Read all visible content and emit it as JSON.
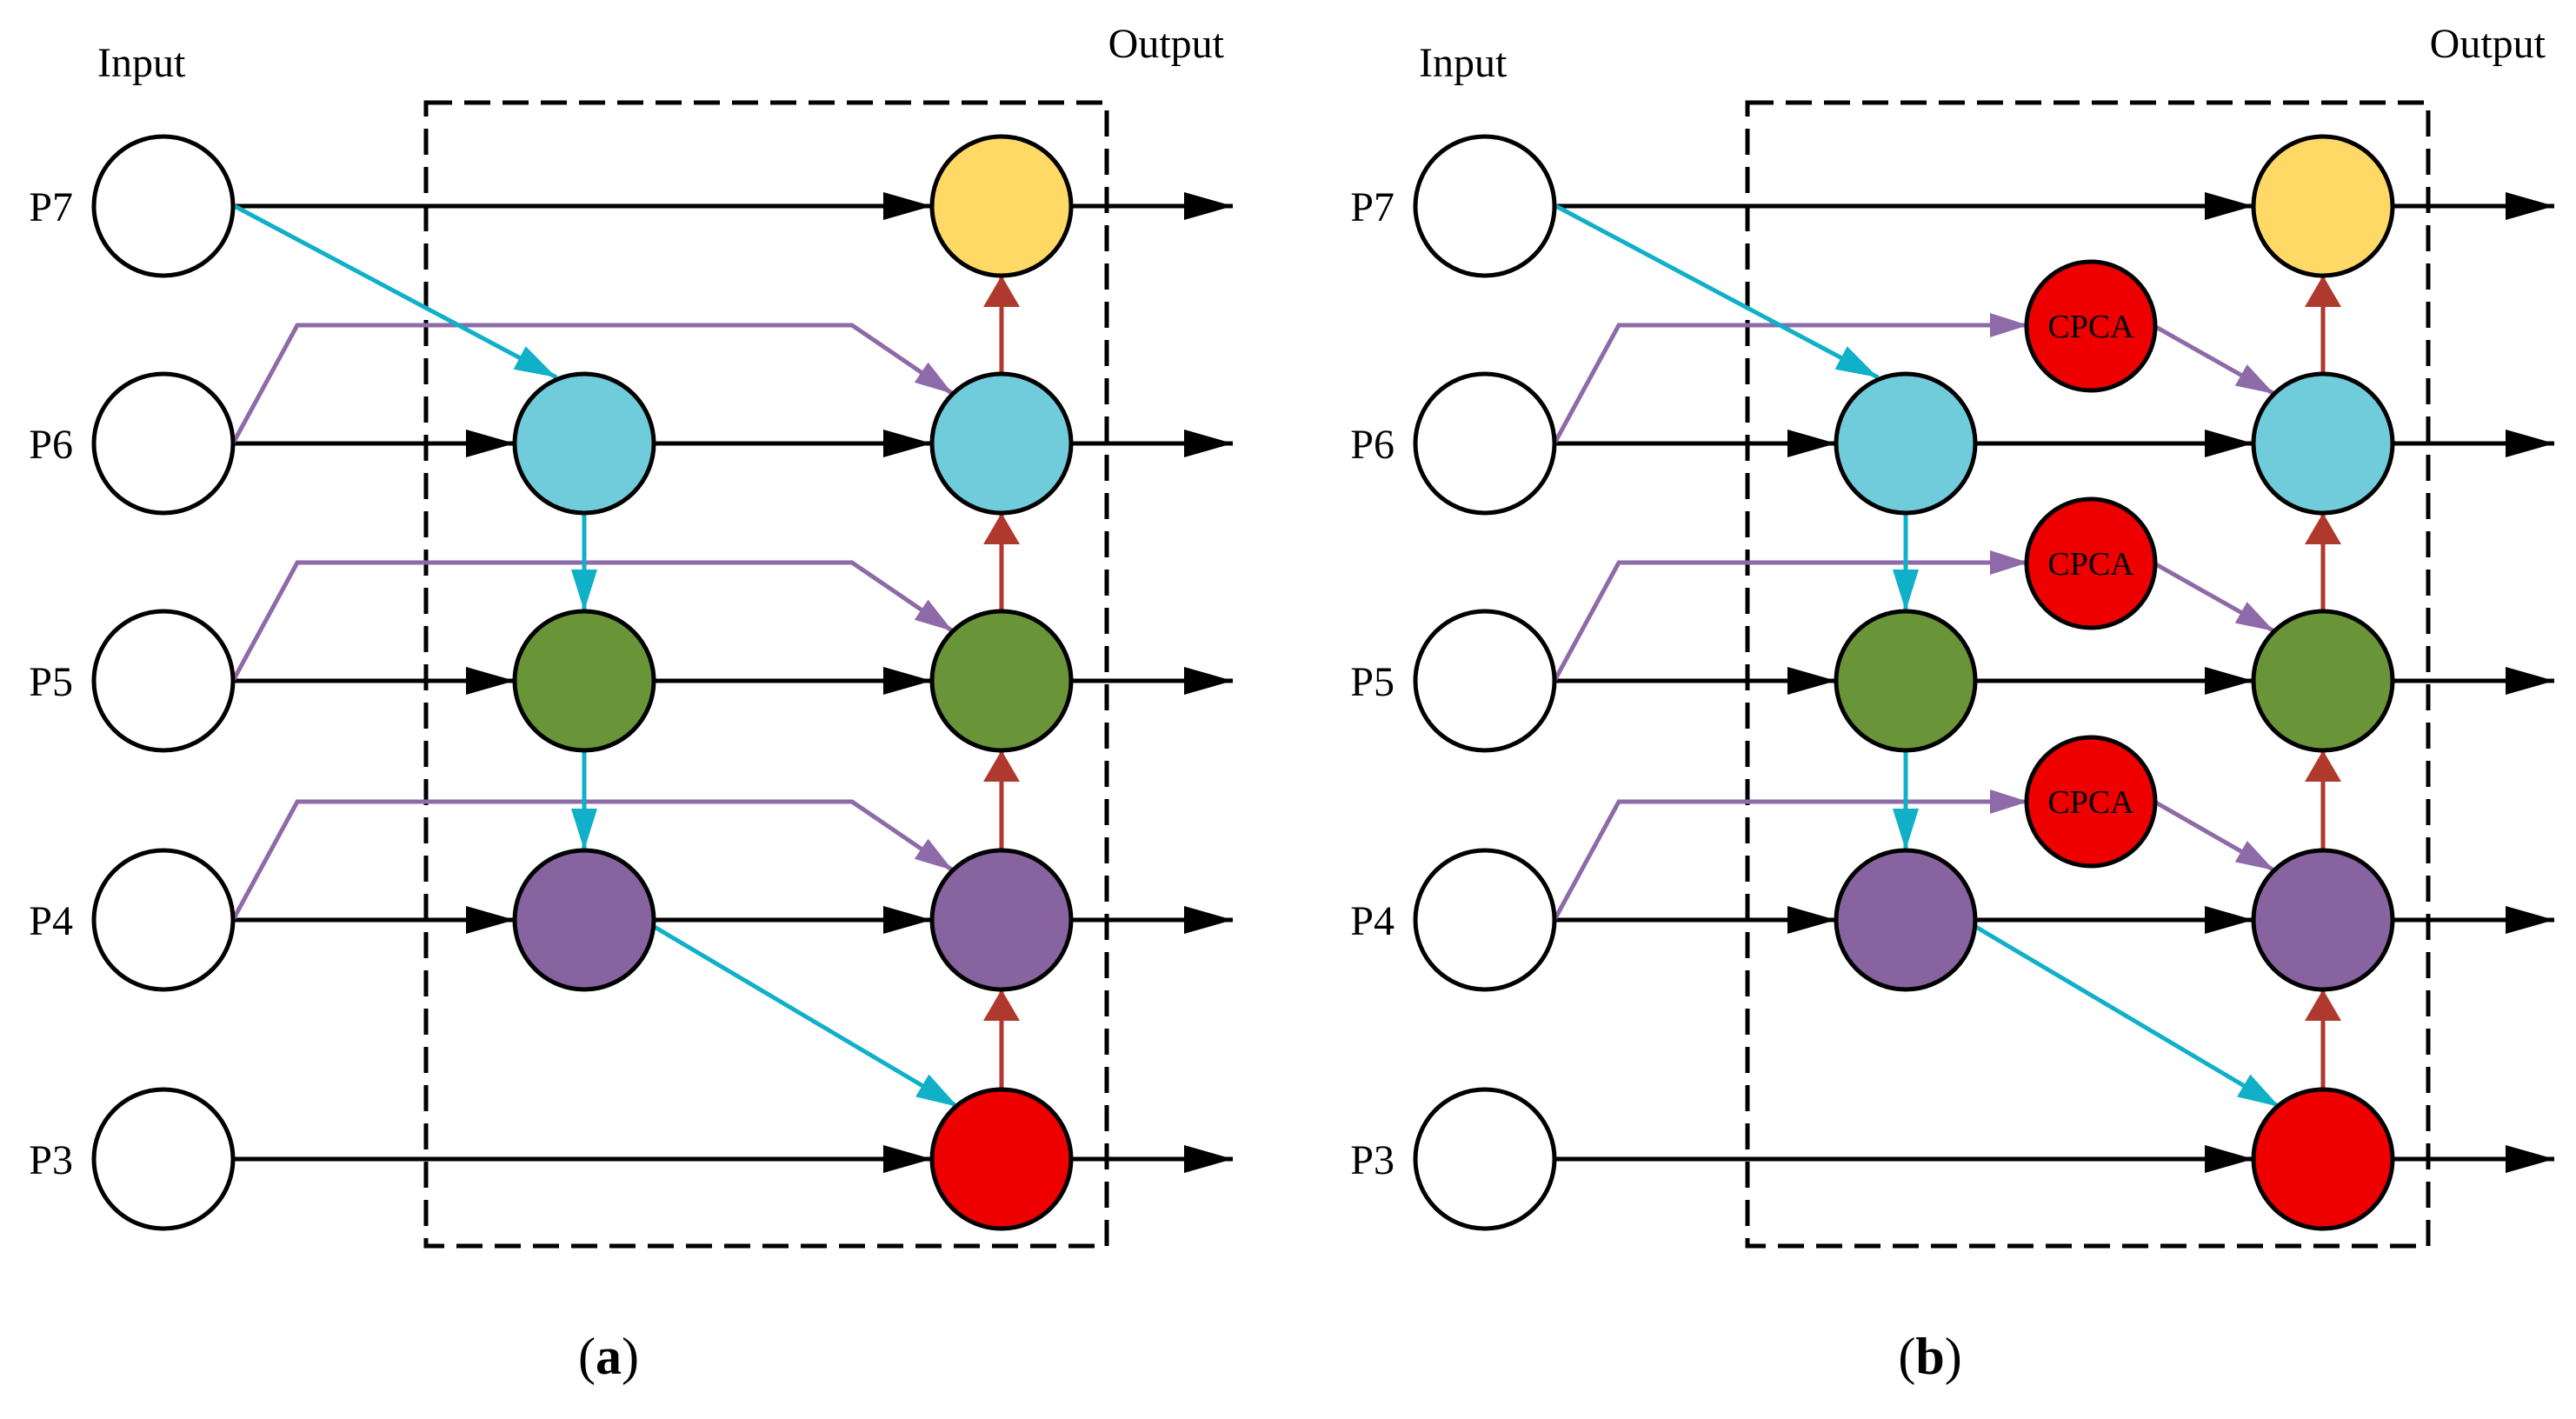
{
  "panels": [
    {
      "caption": "a",
      "input_label": "Input",
      "output_label": "Output",
      "rows": [
        "P7",
        "P6",
        "P5",
        "P4",
        "P3"
      ],
      "has_cpca": false
    },
    {
      "caption": "b",
      "input_label": "Input",
      "output_label": "Output",
      "rows": [
        "P7",
        "P6",
        "P5",
        "P4",
        "P3"
      ],
      "has_cpca": true,
      "cpca_label": "CPCA"
    }
  ],
  "colors": {
    "input_fill": "#ffffff",
    "P7_out": "#FFD966",
    "P6": "#70CCDB",
    "P5": "#6A9438",
    "P4": "#8763A0",
    "P3_out": "#EE0000",
    "cpca": "#EE0000",
    "arrow_black": "#000000",
    "arrow_cyan": "#0FB0C8",
    "arrow_purple": "#8E6BA8",
    "arrow_red": "#B0392E"
  }
}
